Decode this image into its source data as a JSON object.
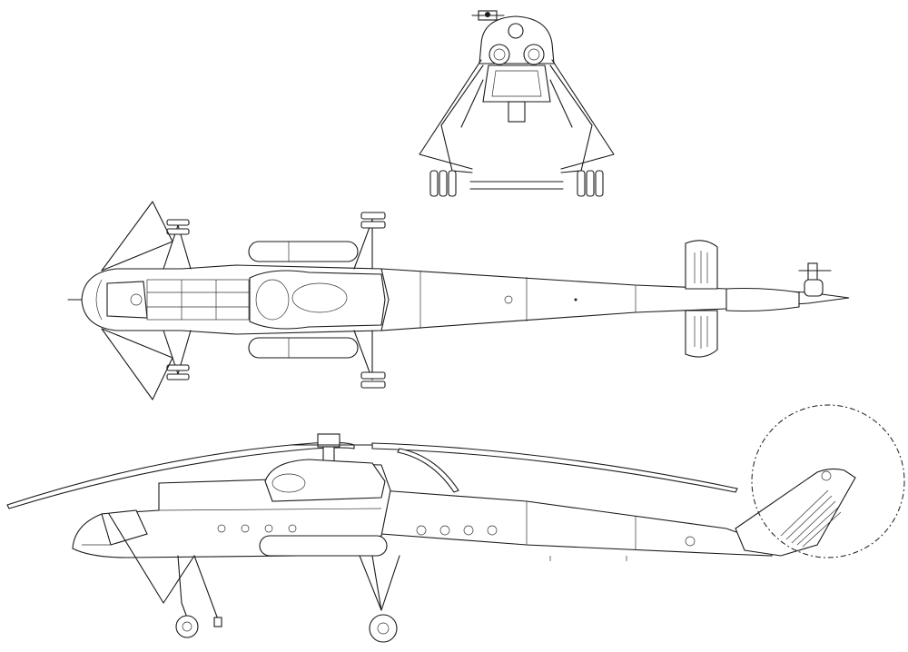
{
  "drawing": {
    "views": [
      "front-view",
      "top-view",
      "side-view"
    ],
    "line_color": "#1a1a1a",
    "background": "#ffffff"
  }
}
